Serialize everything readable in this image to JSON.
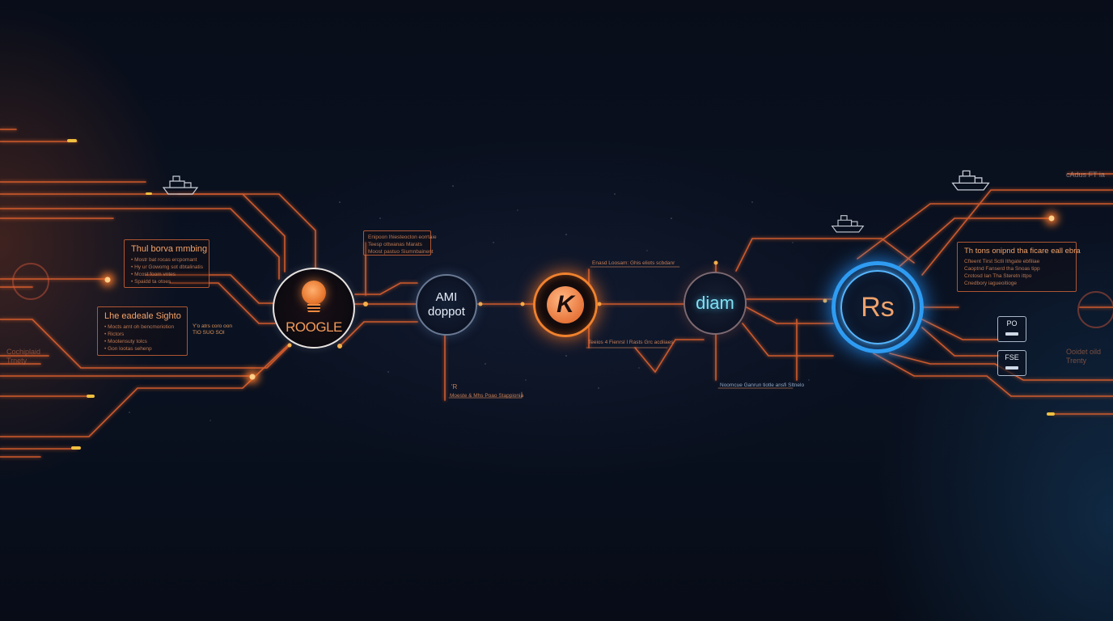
{
  "colors": {
    "background": "#070d19",
    "circuit_orange": "#e5683a",
    "accent_blue": "#2f9cf2",
    "text_orange": "#f39a5a",
    "text_cyan": "#7fe0f4"
  },
  "nodes": {
    "roogle": {
      "label": "ROOGLE",
      "icon": "lightbulb-icon"
    },
    "amt": {
      "line1": "AMI",
      "line2": "doppot"
    },
    "k": {
      "glyph": "K",
      "icon": "k-logo-icon"
    },
    "diam": {
      "label": "diam"
    },
    "rs": {
      "label": "Rs"
    }
  },
  "left_panels": {
    "top": {
      "title": "Thul borva mmbing",
      "lines": [
        "• Mostr bat rocas ercpomant",
        "• Hy ur Gowomg sot dbtalinatis",
        "• Mcost foom vntes",
        "• Spaidd ta otoes"
      ]
    },
    "bottom": {
      "title": "Lhe eadeale Sighto",
      "lines": [
        "• Mocts arnt oh bencmoriotion",
        "• Rictors",
        "• Mootensuty tolcs",
        "• Gon lootas sehenp"
      ]
    },
    "tag": "Y'o atrs coro oon\nTIO SUO SOI"
  },
  "ghost_left": "Cochiplaid\nTrnety",
  "ghost_right": "Ooidet oild\nTrenty",
  "labels": {
    "top_left_box": "Enipoon Ihiesteocton eorrtaie\nTeesp ottwanas Marats\nMoost pastuo Siumnbainent",
    "mid_top": "Enasd Loosam: Ghis eliots scbdanr",
    "mid_bottom": "Teeios 4 Fienrsl I Rasts Grc acdiiaes",
    "bottom_left": "Moeste & Mhs Poao Stappionia",
    "bottom_right": "Noomcue Ganrun tiotle ansfi Sltnelo",
    "under_amt": "'R"
  },
  "right_panel": {
    "title": "Th tons onipnd tha ficare eall ebra",
    "lines": [
      "Cfteent Tirst Sctli Ithgate ebfiliae",
      "Caoptnd Fanserd tha Snoas tipp",
      "Crotosd Ian Tha Steretn ittpo",
      "Cnedbory iagueoitioge"
    ]
  },
  "badges": [
    {
      "label": "PO"
    },
    {
      "label": "FSE"
    }
  ],
  "corner_text": "cAdus FT ia"
}
